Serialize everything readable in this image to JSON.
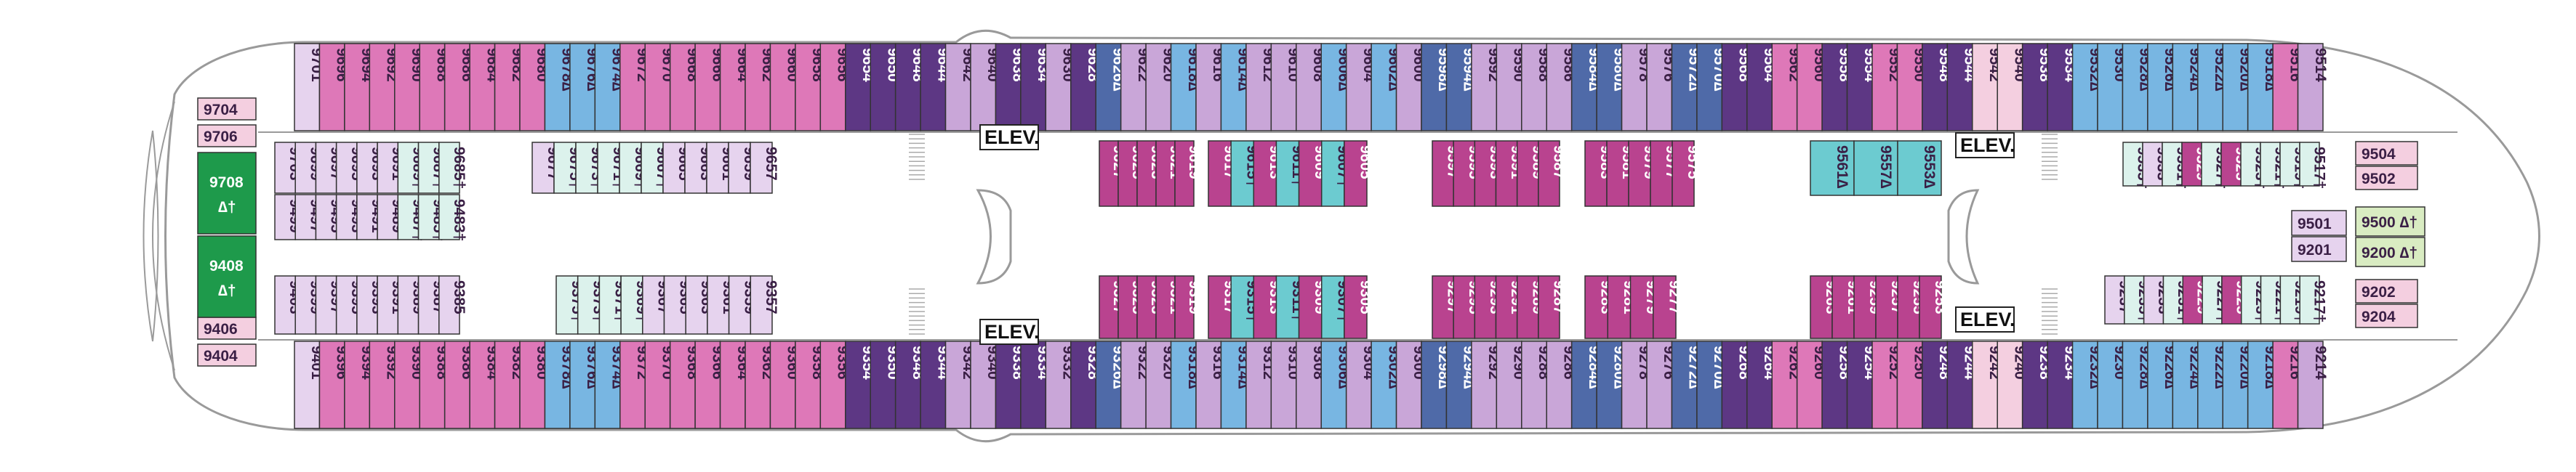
{
  "colors": {
    "purple": "#c9a6d8",
    "pink": "#de78b8",
    "magenta": "#b9438f",
    "dark": "#5d3784",
    "slate": "#4f6aa8",
    "blue": "#78b6e2",
    "teal": "#6ccbd0",
    "mint": "#dcf2ec",
    "lilac": "#e6d3ee",
    "rose": "#f4cfe0",
    "green": "#1e9a4b",
    "lightgreen": "#d9ecc2"
  },
  "labels": {
    "elevators": [
      "ELEV.",
      "ELEV.",
      "ELEV.",
      "ELEV."
    ]
  },
  "cabins": {
    "upper_outer": [
      {
        "n": "9701",
        "c": "lilac"
      },
      {
        "n": "9696",
        "c": "pink"
      },
      {
        "n": "9694",
        "c": "pink"
      },
      {
        "n": "9692",
        "c": "pink"
      },
      {
        "n": "9690",
        "c": "pink"
      },
      {
        "n": "9688",
        "c": "pink"
      },
      {
        "n": "9686",
        "c": "pink"
      },
      {
        "n": "9684",
        "c": "pink"
      },
      {
        "n": "9682",
        "c": "pink"
      },
      {
        "n": "9680",
        "c": "pink"
      },
      {
        "n": "9678∆",
        "c": "blue"
      },
      {
        "n": "9676∆",
        "c": "blue"
      },
      {
        "n": "9674∆",
        "c": "blue"
      },
      {
        "n": "9672",
        "c": "pink"
      },
      {
        "n": "9670",
        "c": "pink"
      },
      {
        "n": "9668",
        "c": "pink"
      },
      {
        "n": "9666",
        "c": "pink"
      },
      {
        "n": "9664",
        "c": "pink"
      },
      {
        "n": "9662",
        "c": "pink"
      },
      {
        "n": "9660",
        "c": "pink"
      },
      {
        "n": "9658",
        "c": "pink"
      },
      {
        "n": "9656",
        "c": "pink"
      },
      {
        "n": "9654",
        "c": "dark"
      },
      {
        "n": "9650",
        "c": "dark"
      },
      {
        "n": "9648",
        "c": "dark"
      },
      {
        "n": "9644",
        "c": "dark"
      },
      {
        "n": "9642",
        "c": "purple"
      },
      {
        "n": "9640",
        "c": "purple"
      },
      {
        "n": "9638",
        "c": "dark"
      },
      {
        "n": "9634",
        "c": "dark"
      },
      {
        "n": "9630",
        "c": "purple"
      },
      {
        "n": "9628",
        "c": "dark"
      },
      {
        "n": "9626∆",
        "c": "slate"
      },
      {
        "n": "9622",
        "c": "purple"
      },
      {
        "n": "9620",
        "c": "purple"
      },
      {
        "n": "9618∆",
        "c": "blue"
      },
      {
        "n": "9616",
        "c": "purple"
      },
      {
        "n": "9614∆",
        "c": "blue"
      },
      {
        "n": "9612",
        "c": "purple"
      },
      {
        "n": "9610",
        "c": "purple"
      },
      {
        "n": "9608",
        "c": "purple"
      },
      {
        "n": "9606∆",
        "c": "blue"
      },
      {
        "n": "9604",
        "c": "purple"
      },
      {
        "n": "9602∆",
        "c": "blue"
      },
      {
        "n": "9600",
        "c": "purple"
      },
      {
        "n": "9598∆",
        "c": "slate"
      },
      {
        "n": "9594∆",
        "c": "slate"
      },
      {
        "n": "9592",
        "c": "purple"
      },
      {
        "n": "9590",
        "c": "purple"
      },
      {
        "n": "9588",
        "c": "purple"
      },
      {
        "n": "9586",
        "c": "purple"
      },
      {
        "n": "9584∆",
        "c": "slate"
      },
      {
        "n": "9580∆",
        "c": "slate"
      },
      {
        "n": "9578",
        "c": "purple"
      },
      {
        "n": "9576",
        "c": "purple"
      },
      {
        "n": "9572∆",
        "c": "slate"
      },
      {
        "n": "9570∆",
        "c": "slate"
      },
      {
        "n": "9568",
        "c": "dark"
      },
      {
        "n": "9564",
        "c": "dark"
      },
      {
        "n": "9562",
        "c": "pink"
      },
      {
        "n": "9560",
        "c": "pink"
      },
      {
        "n": "9558",
        "c": "dark"
      },
      {
        "n": "9554",
        "c": "dark"
      },
      {
        "n": "9552",
        "c": "pink"
      },
      {
        "n": "9550",
        "c": "pink"
      },
      {
        "n": "9548",
        "c": "dark"
      },
      {
        "n": "9544",
        "c": "dark"
      },
      {
        "n": "9542",
        "c": "rose"
      },
      {
        "n": "9540",
        "c": "rose"
      },
      {
        "n": "9538",
        "c": "dark"
      },
      {
        "n": "9534",
        "c": "dark"
      },
      {
        "n": "9532∆",
        "c": "blue"
      },
      {
        "n": "9530",
        "c": "blue"
      },
      {
        "n": "9528∆",
        "c": "blue"
      },
      {
        "n": "9526∆",
        "c": "blue"
      },
      {
        "n": "9524∆",
        "c": "blue"
      },
      {
        "n": "9522∆",
        "c": "blue"
      },
      {
        "n": "9520∆",
        "c": "blue"
      },
      {
        "n": "9518∆",
        "c": "blue"
      },
      {
        "n": "9516",
        "c": "pink"
      },
      {
        "n": "9514",
        "c": "purple"
      }
    ],
    "lower_outer": [
      {
        "n": "9401",
        "c": "lilac"
      },
      {
        "n": "9396",
        "c": "pink"
      },
      {
        "n": "9394",
        "c": "pink"
      },
      {
        "n": "9392",
        "c": "pink"
      },
      {
        "n": "9390",
        "c": "pink"
      },
      {
        "n": "9388",
        "c": "pink"
      },
      {
        "n": "9386",
        "c": "pink"
      },
      {
        "n": "9384",
        "c": "pink"
      },
      {
        "n": "9382",
        "c": "pink"
      },
      {
        "n": "9380",
        "c": "pink"
      },
      {
        "n": "9378∆",
        "c": "blue"
      },
      {
        "n": "9376∆",
        "c": "blue"
      },
      {
        "n": "9374∆",
        "c": "blue"
      },
      {
        "n": "9372",
        "c": "pink"
      },
      {
        "n": "9370",
        "c": "pink"
      },
      {
        "n": "9368",
        "c": "pink"
      },
      {
        "n": "9366",
        "c": "pink"
      },
      {
        "n": "9364",
        "c": "pink"
      },
      {
        "n": "9362",
        "c": "pink"
      },
      {
        "n": "9360",
        "c": "pink"
      },
      {
        "n": "9358",
        "c": "pink"
      },
      {
        "n": "9356",
        "c": "pink"
      },
      {
        "n": "9354",
        "c": "dark"
      },
      {
        "n": "9350",
        "c": "dark"
      },
      {
        "n": "9348",
        "c": "dark"
      },
      {
        "n": "9344",
        "c": "dark"
      },
      {
        "n": "9342",
        "c": "purple"
      },
      {
        "n": "9340",
        "c": "purple"
      },
      {
        "n": "9338",
        "c": "dark"
      },
      {
        "n": "9334",
        "c": "dark"
      },
      {
        "n": "9332",
        "c": "purple"
      },
      {
        "n": "9328",
        "c": "dark"
      },
      {
        "n": "9326∆",
        "c": "slate"
      },
      {
        "n": "9322",
        "c": "purple"
      },
      {
        "n": "9320",
        "c": "purple"
      },
      {
        "n": "9318∆",
        "c": "blue"
      },
      {
        "n": "9316",
        "c": "purple"
      },
      {
        "n": "9314∆",
        "c": "blue"
      },
      {
        "n": "9312",
        "c": "purple"
      },
      {
        "n": "9310",
        "c": "purple"
      },
      {
        "n": "9308",
        "c": "purple"
      },
      {
        "n": "9306∆",
        "c": "blue"
      },
      {
        "n": "9304",
        "c": "purple"
      },
      {
        "n": "9302∆",
        "c": "blue"
      },
      {
        "n": "9300",
        "c": "purple"
      },
      {
        "n": "9298∆",
        "c": "slate"
      },
      {
        "n": "9294∆",
        "c": "slate"
      },
      {
        "n": "9292",
        "c": "purple"
      },
      {
        "n": "9290",
        "c": "purple"
      },
      {
        "n": "9288",
        "c": "purple"
      },
      {
        "n": "9286",
        "c": "purple"
      },
      {
        "n": "9284∆",
        "c": "slate"
      },
      {
        "n": "9280∆",
        "c": "slate"
      },
      {
        "n": "9278",
        "c": "purple"
      },
      {
        "n": "9276",
        "c": "purple"
      },
      {
        "n": "9272∆",
        "c": "slate"
      },
      {
        "n": "9270∆",
        "c": "slate"
      },
      {
        "n": "9268",
        "c": "dark"
      },
      {
        "n": "9264",
        "c": "dark"
      },
      {
        "n": "9262",
        "c": "pink"
      },
      {
        "n": "9260",
        "c": "pink"
      },
      {
        "n": "9258",
        "c": "dark"
      },
      {
        "n": "9254",
        "c": "dark"
      },
      {
        "n": "9252",
        "c": "pink"
      },
      {
        "n": "9250",
        "c": "pink"
      },
      {
        "n": "9248",
        "c": "dark"
      },
      {
        "n": "9244",
        "c": "dark"
      },
      {
        "n": "9242",
        "c": "rose"
      },
      {
        "n": "9240",
        "c": "rose"
      },
      {
        "n": "9238",
        "c": "dark"
      },
      {
        "n": "9234",
        "c": "dark"
      },
      {
        "n": "9232∆",
        "c": "blue"
      },
      {
        "n": "9230",
        "c": "blue"
      },
      {
        "n": "9228∆",
        "c": "blue"
      },
      {
        "n": "9226∆",
        "c": "blue"
      },
      {
        "n": "9224∆",
        "c": "blue"
      },
      {
        "n": "9222∆",
        "c": "blue"
      },
      {
        "n": "9220∆",
        "c": "blue"
      },
      {
        "n": "9218∆",
        "c": "blue"
      },
      {
        "n": "9216",
        "c": "pink"
      },
      {
        "n": "9214",
        "c": "purple"
      }
    ],
    "upper_inner_aft": [
      {
        "n": "9703",
        "c": "lilac"
      },
      {
        "n": "9699",
        "c": "lilac"
      },
      {
        "n": "9697",
        "c": "lilac"
      },
      {
        "n": "9695",
        "c": "lilac"
      },
      {
        "n": "9693",
        "c": "lilac"
      },
      {
        "n": "9691",
        "c": "lilac"
      },
      {
        "n": "9689†",
        "c": "mint"
      },
      {
        "n": "9687†",
        "c": "mint"
      },
      {
        "n": "9685†",
        "c": "mint"
      }
    ],
    "upper_inner_aft2": [
      {
        "n": "9499",
        "c": "lilac"
      },
      {
        "n": "9497",
        "c": "lilac"
      },
      {
        "n": "9495",
        "c": "lilac"
      },
      {
        "n": "9493",
        "c": "lilac"
      },
      {
        "n": "9491",
        "c": "lilac"
      },
      {
        "n": "9489",
        "c": "lilac"
      },
      {
        "n": "9487†",
        "c": "mint"
      },
      {
        "n": "9485†",
        "c": "mint"
      },
      {
        "n": "9483†",
        "c": "mint"
      }
    ],
    "upper_inner_mid": [
      {
        "n": "9677",
        "c": "lilac"
      },
      {
        "n": "9675†",
        "c": "mint"
      },
      {
        "n": "9673†",
        "c": "mint"
      },
      {
        "n": "9671†",
        "c": "mint"
      },
      {
        "n": "9669†",
        "c": "mint"
      },
      {
        "n": "9667†",
        "c": "mint"
      },
      {
        "n": "9665",
        "c": "lilac"
      },
      {
        "n": "9663",
        "c": "lilac"
      },
      {
        "n": "9661",
        "c": "lilac"
      },
      {
        "n": "9659",
        "c": "lilac"
      },
      {
        "n": "9657",
        "c": "lilac"
      }
    ],
    "lower_inner_aft": [
      {
        "n": "9403",
        "c": "lilac"
      },
      {
        "n": "9399",
        "c": "lilac"
      },
      {
        "n": "9397",
        "c": "lilac"
      },
      {
        "n": "9395",
        "c": "lilac"
      },
      {
        "n": "9393",
        "c": "lilac"
      },
      {
        "n": "9391",
        "c": "lilac"
      },
      {
        "n": "9389",
        "c": "lilac"
      },
      {
        "n": "9387",
        "c": "lilac"
      },
      {
        "n": "9385",
        "c": "lilac"
      }
    ],
    "lower_inner_mid": [
      {
        "n": "9375†",
        "c": "mint"
      },
      {
        "n": "9373†",
        "c": "mint"
      },
      {
        "n": "9371†",
        "c": "mint"
      },
      {
        "n": "9369†",
        "c": "mint"
      },
      {
        "n": "9367",
        "c": "lilac"
      },
      {
        "n": "9365",
        "c": "lilac"
      },
      {
        "n": "9363",
        "c": "lilac"
      },
      {
        "n": "9361",
        "c": "lilac"
      },
      {
        "n": "9359",
        "c": "lilac"
      },
      {
        "n": "9357",
        "c": "lilac"
      }
    ],
    "upper_inner_fwd1": [
      {
        "n": "9627",
        "c": "magenta"
      },
      {
        "n": "9625",
        "c": "magenta"
      },
      {
        "n": "9623",
        "c": "magenta"
      },
      {
        "n": "9621",
        "c": "magenta"
      },
      {
        "n": "9619",
        "c": "magenta"
      }
    ],
    "upper_inner_fwd2": [
      {
        "n": "9617",
        "c": "magenta"
      },
      {
        "n": "9615†",
        "c": "teal"
      },
      {
        "n": "9613",
        "c": "magenta"
      },
      {
        "n": "9611†",
        "c": "teal"
      },
      {
        "n": "9609",
        "c": "magenta"
      },
      {
        "n": "9607†",
        "c": "teal"
      },
      {
        "n": "9605",
        "c": "magenta"
      }
    ],
    "upper_inner_fwd3": [
      {
        "n": "9597",
        "c": "magenta"
      },
      {
        "n": "9595",
        "c": "magenta"
      },
      {
        "n": "9593",
        "c": "magenta"
      },
      {
        "n": "9591",
        "c": "magenta"
      },
      {
        "n": "9589",
        "c": "magenta"
      },
      {
        "n": "9587",
        "c": "magenta"
      }
    ],
    "upper_inner_fwd4": [
      {
        "n": "9583",
        "c": "magenta"
      },
      {
        "n": "9581",
        "c": "magenta"
      },
      {
        "n": "9579",
        "c": "magenta"
      },
      {
        "n": "9577",
        "c": "magenta"
      },
      {
        "n": "9575",
        "c": "magenta"
      }
    ],
    "upper_inner_fwd5": [
      {
        "n": "9561∆",
        "c": "teal"
      },
      {
        "n": "9557∆",
        "c": "teal"
      },
      {
        "n": "9553∆",
        "c": "teal"
      }
    ],
    "upper_inner_fwd6": [
      {
        "n": "9535†",
        "c": "mint"
      },
      {
        "n": "9533",
        "c": "lilac"
      },
      {
        "n": "9531†",
        "c": "mint"
      },
      {
        "n": "9529",
        "c": "magenta"
      },
      {
        "n": "9527†",
        "c": "mint"
      },
      {
        "n": "9525",
        "c": "magenta"
      },
      {
        "n": "9523†",
        "c": "mint"
      },
      {
        "n": "9521†",
        "c": "mint"
      },
      {
        "n": "9519†",
        "c": "mint"
      },
      {
        "n": "9517†",
        "c": "mint"
      }
    ],
    "lower_inner_fwd1": [
      {
        "n": "9327",
        "c": "magenta"
      },
      {
        "n": "9325",
        "c": "magenta"
      },
      {
        "n": "9323",
        "c": "magenta"
      },
      {
        "n": "9321",
        "c": "magenta"
      },
      {
        "n": "9319",
        "c": "magenta"
      }
    ],
    "lower_inner_fwd2": [
      {
        "n": "9317",
        "c": "magenta"
      },
      {
        "n": "9315†",
        "c": "teal"
      },
      {
        "n": "9313",
        "c": "magenta"
      },
      {
        "n": "9311†",
        "c": "teal"
      },
      {
        "n": "9309",
        "c": "magenta"
      },
      {
        "n": "9307†",
        "c": "teal"
      },
      {
        "n": "9305",
        "c": "magenta"
      }
    ],
    "lower_inner_fwd3": [
      {
        "n": "9297",
        "c": "magenta"
      },
      {
        "n": "9295",
        "c": "magenta"
      },
      {
        "n": "9293",
        "c": "magenta"
      },
      {
        "n": "9291",
        "c": "magenta"
      },
      {
        "n": "9289",
        "c": "magenta"
      },
      {
        "n": "9287",
        "c": "magenta"
      }
    ],
    "lower_inner_fwd4": [
      {
        "n": "9283",
        "c": "magenta"
      },
      {
        "n": "9281",
        "c": "magenta"
      },
      {
        "n": "9279",
        "c": "magenta"
      },
      {
        "n": "9277",
        "c": "magenta"
      }
    ],
    "lower_inner_fwd5": [
      {
        "n": "9263",
        "c": "magenta"
      },
      {
        "n": "9261",
        "c": "magenta"
      },
      {
        "n": "9259",
        "c": "magenta"
      },
      {
        "n": "9257",
        "c": "magenta"
      },
      {
        "n": "9255",
        "c": "magenta"
      },
      {
        "n": "9253",
        "c": "magenta"
      }
    ],
    "lower_inner_fwd6": [
      {
        "n": "9237",
        "c": "lilac"
      },
      {
        "n": "9235†",
        "c": "mint"
      },
      {
        "n": "9233",
        "c": "lilac"
      },
      {
        "n": "9231†",
        "c": "mint"
      },
      {
        "n": "9229",
        "c": "magenta"
      },
      {
        "n": "9227†",
        "c": "mint"
      },
      {
        "n": "9225",
        "c": "magenta"
      },
      {
        "n": "9223†",
        "c": "mint"
      },
      {
        "n": "9221†",
        "c": "mint"
      },
      {
        "n": "9219†",
        "c": "mint"
      },
      {
        "n": "9217†",
        "c": "mint"
      }
    ],
    "aft_suites": [
      {
        "n": "9704",
        "c": "rose"
      },
      {
        "n": "9706",
        "c": "rose"
      },
      {
        "n": "9406",
        "c": "rose"
      },
      {
        "n": "9404",
        "c": "rose"
      }
    ],
    "aft_green": [
      {
        "n1": "9708",
        "n2": "∆†",
        "c": "green"
      },
      {
        "n1": "9408",
        "n2": "∆†",
        "c": "green"
      }
    ],
    "fwd_side": [
      {
        "n": "9504",
        "c": "rose"
      },
      {
        "n": "9502",
        "c": "rose"
      },
      {
        "n": "9501",
        "c": "lilac"
      },
      {
        "n": "9201",
        "c": "lilac"
      },
      {
        "n": "9500 ∆†",
        "c": "lightgreen"
      },
      {
        "n": "9200 ∆†",
        "c": "lightgreen"
      },
      {
        "n": "9202",
        "c": "rose"
      },
      {
        "n": "9204",
        "c": "rose"
      }
    ]
  }
}
